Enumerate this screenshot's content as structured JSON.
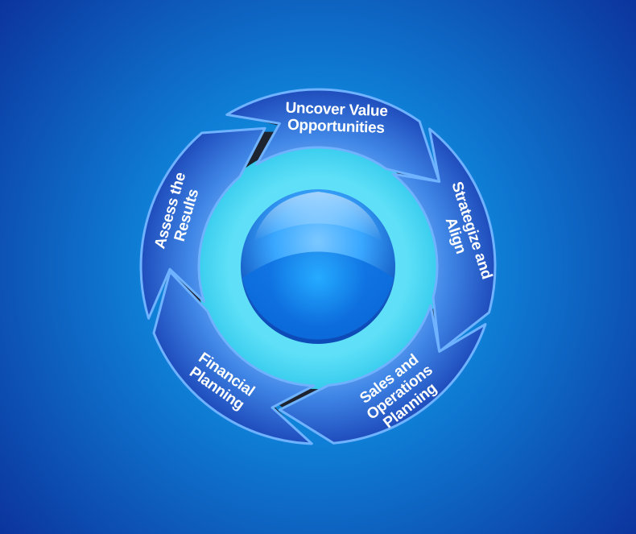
{
  "diagram": {
    "type": "cycle",
    "segments": [
      {
        "id": "uncover",
        "lines": [
          "Uncover Value",
          "Opportunities"
        ]
      },
      {
        "id": "strategize",
        "lines": [
          "Strategize and",
          "Align"
        ]
      },
      {
        "id": "sales",
        "lines": [
          "Sales and",
          "Operations",
          "Planning"
        ]
      },
      {
        "id": "financial",
        "lines": [
          "Financial",
          "Planning"
        ]
      },
      {
        "id": "assess",
        "lines": [
          "Assess the",
          "Results"
        ]
      }
    ]
  },
  "colors": {
    "background_center": "#10a6e2",
    "background_edge": "#0a1a8a",
    "arrow_light": "#3f86e6",
    "arrow_dark": "#1c47b8",
    "arrow_edge": "#6fb2ff",
    "shadow": "#1e2330",
    "ring_cyan": "#26c3e8",
    "center_sphere_light": "#3aa8ff",
    "center_sphere_dark": "#0d4bb8"
  }
}
